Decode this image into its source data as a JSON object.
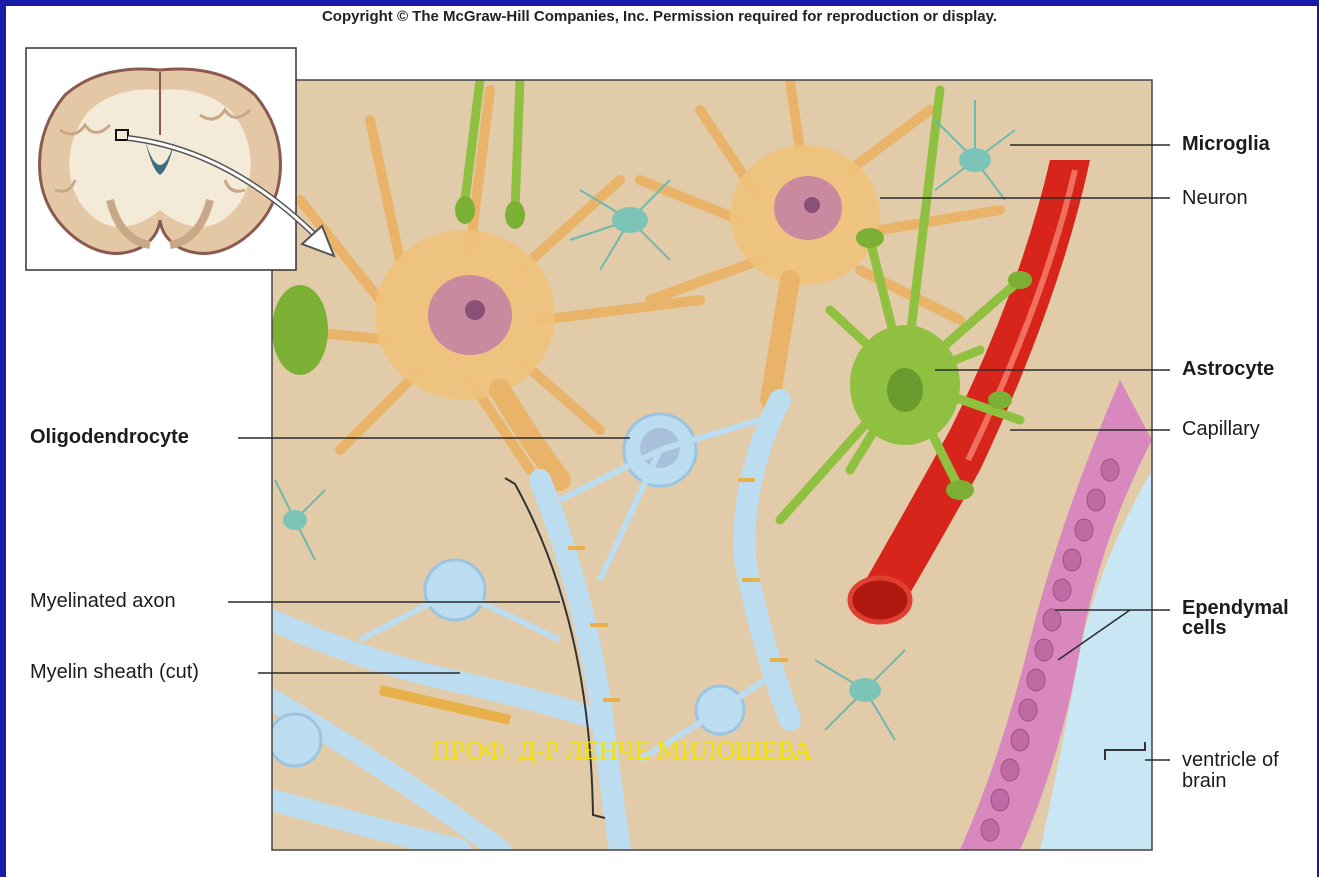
{
  "copyright": "Copyright © The McGraw-Hill Companies, Inc. Permission required for reproduction or display.",
  "labels": {
    "microglia": "Microglia",
    "neuron": "Neuron",
    "astrocyte": "Astrocyte",
    "capillary": "Capillary",
    "oligodendrocyte": "Oligodendrocyte",
    "myelinated_axon": "Myelinated axon",
    "myelin_sheath": "Myelin sheath (cut)",
    "ependymal_1": "Ependymal",
    "ependymal_2": "cells",
    "ventricle_1": "ventricle of",
    "ventricle_2": "brain"
  },
  "credit": "ПРОФ. Д-Р ЛЕНЧЕ МИЛОШЕВА",
  "colors": {
    "slide_background": "#1a1aa8",
    "credit_text": "#f5e200",
    "tissue": "#dcc3a0",
    "neuron": "#f0c27a",
    "astrocyte": "#8fc040",
    "capillary": "#d8251c",
    "myelin": "#bcdcf0",
    "ependymal": "#d888bc",
    "microglia": "#6fb8ae",
    "ventricle": "#c8e6f4"
  }
}
